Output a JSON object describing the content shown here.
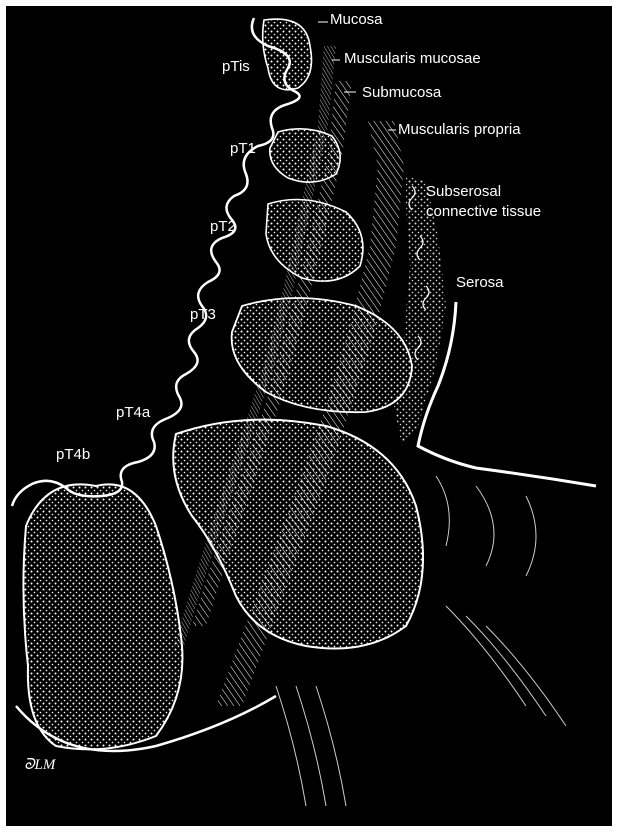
{
  "layer_labels": {
    "mucosa": "Mucosa",
    "muscularis_mucosae": "Muscularis mucosae",
    "submucosa": "Submucosa",
    "muscularis_propria": "Muscularis propria",
    "subserosal_line1": "Subserosal",
    "subserosal_line2": "connective tissue",
    "serosa": "Serosa"
  },
  "stage_labels": {
    "ptis": "pTis",
    "pt1": "pT1",
    "pt2": "pT2",
    "pt3": "pT3",
    "pt4a": "pT4a",
    "pt4b": "pT4b"
  },
  "signature": "ᘐLM",
  "colors": {
    "background": "#000000",
    "ink": "#ffffff"
  }
}
